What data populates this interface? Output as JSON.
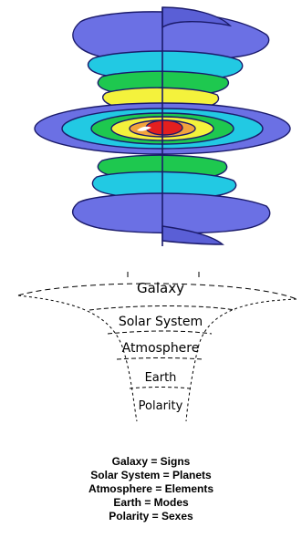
{
  "diagram": {
    "layers": [
      "Galaxy",
      "Solar System",
      "Atmosphere",
      "Earth",
      "Polarity"
    ],
    "legend": [
      "Galaxy = Signs",
      "Solar System = Planets",
      "Atmosphere = Elements",
      "Earth = Modes",
      "Polarity = Sexes"
    ],
    "colors": {
      "violet": "#6b70e4",
      "cyan": "#22c9e3",
      "green": "#1ec84f",
      "yellow": "#f4f23c",
      "orange": "#f2a33d",
      "red": "#e31f1f",
      "outline": "#1b1b6b"
    }
  }
}
